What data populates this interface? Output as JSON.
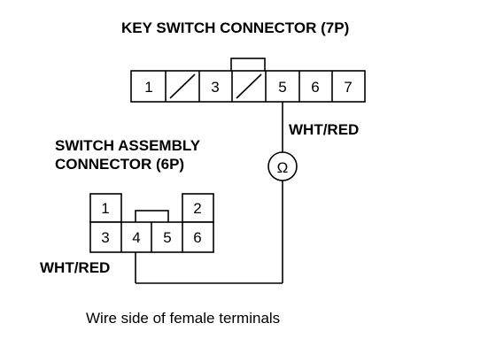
{
  "key_switch": {
    "title": "KEY SWITCH CONNECTOR (7P)",
    "pins": [
      "1",
      "",
      "3",
      "",
      "5",
      "6",
      "7"
    ]
  },
  "switch_assembly": {
    "title_line1": "SWITCH ASSEMBLY",
    "title_line2": "CONNECTOR (6P)",
    "top_pins": [
      "1",
      "2"
    ],
    "bottom_pins": [
      "3",
      "4",
      "5",
      "6"
    ]
  },
  "ohmmeter_symbol": "Ω",
  "wire_label_upper": "WHT/RED",
  "wire_label_lower": "WHT/RED",
  "caption": "Wire side of female terminals"
}
